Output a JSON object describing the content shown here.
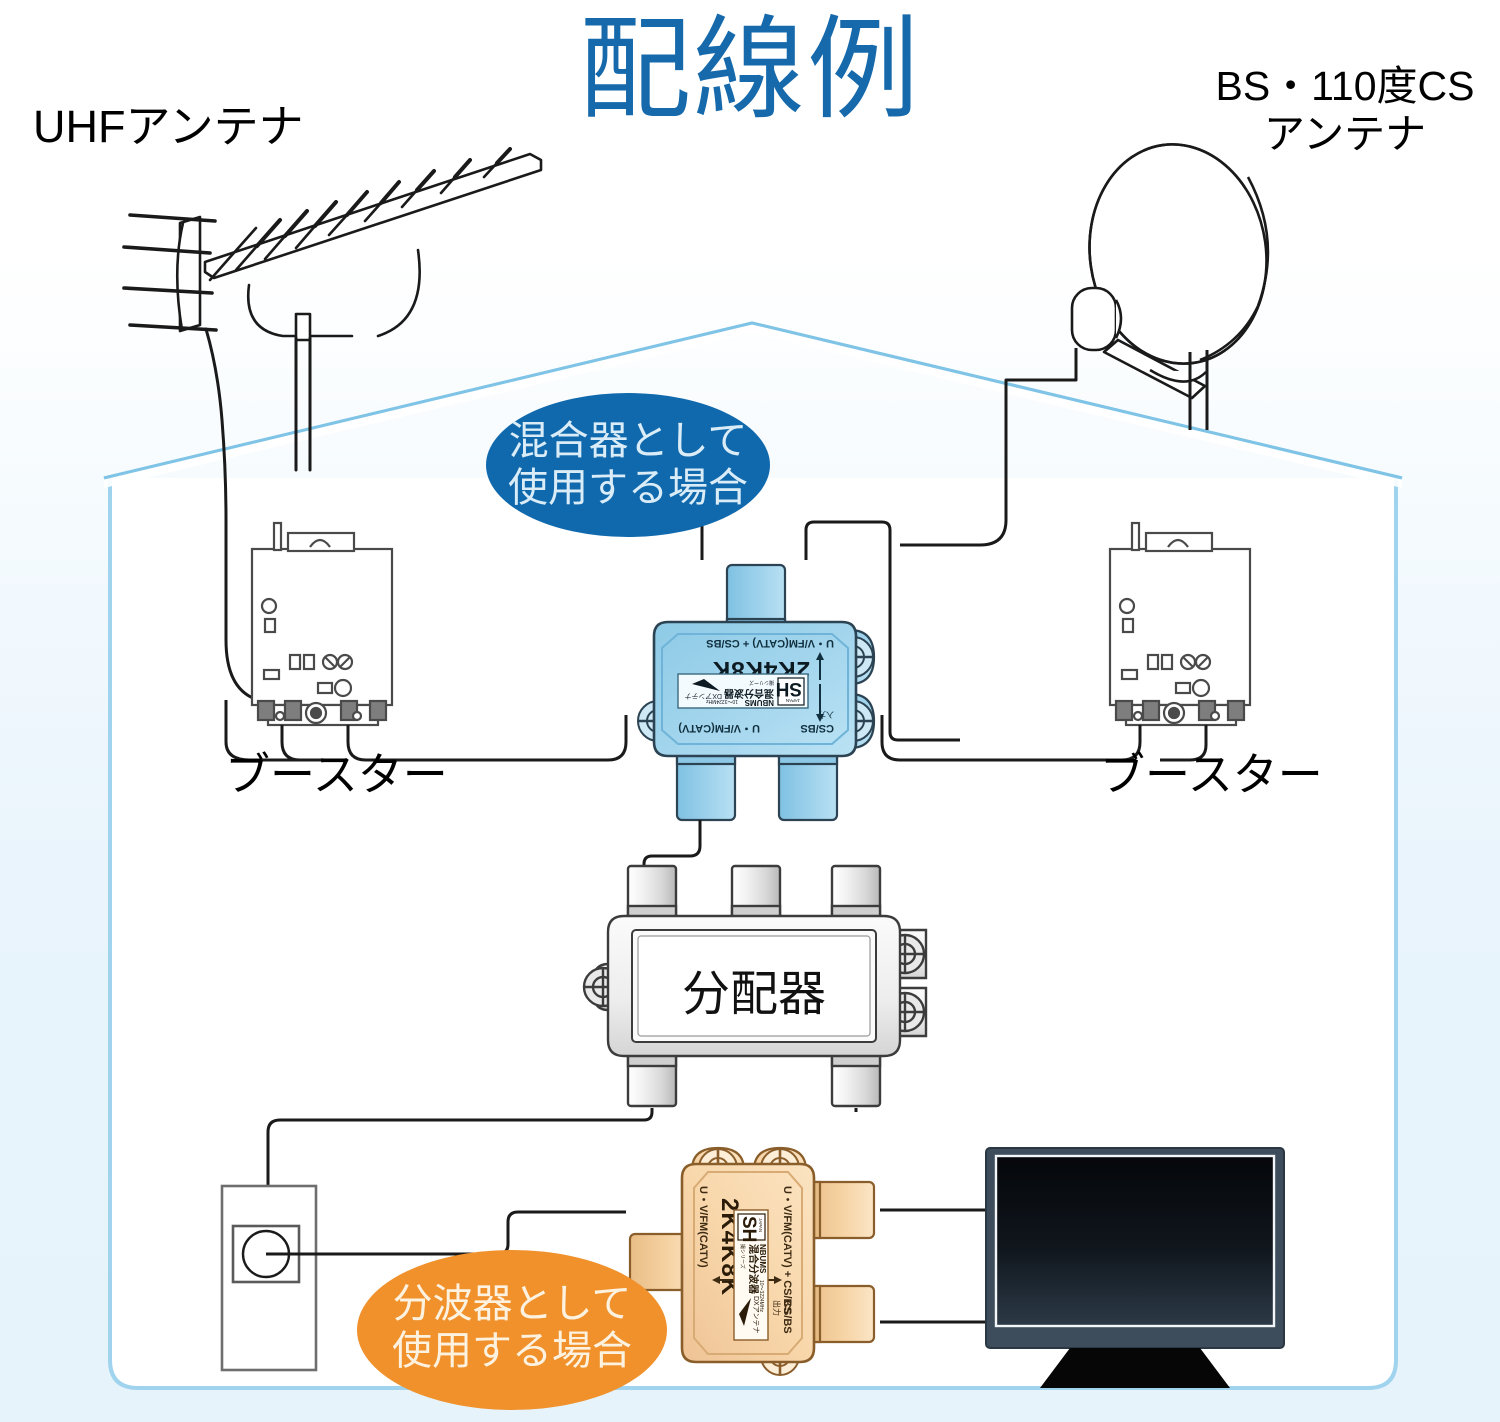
{
  "title": "配線例",
  "labels": {
    "uhf_antenna": "UHFアンテナ",
    "bs_antenna": "BS・110度CS\nアンテナ",
    "bs_antenna_line1": "BS・110度CS",
    "bs_antenna_line2": "アンテナ",
    "booster_left": "ブースター",
    "booster_right": "ブースター",
    "splitter_box": "分配器"
  },
  "callouts": {
    "mixer": {
      "line1": "混合器として",
      "line2": "使用する場合",
      "color": "#1069ac",
      "text_color": "#d9ecf7"
    },
    "demux": {
      "line1": "分波器として",
      "line2": "使用する場合",
      "color": "#f0912c",
      "text_color": "#fdf2e0"
    }
  },
  "devices": {
    "mixer_unit": {
      "body_color": "#a8d8ef",
      "port_color": "#9ed2ec",
      "label_brand": "DXアンテナ",
      "label_model": "SH",
      "label_model_sub": "2K4K8K",
      "label_product": "混合分波器",
      "label_code": "NBUMS",
      "label_freq": "10～3224MHz",
      "label_series": "撮シリーズ",
      "port_top_left": "CS/BS",
      "port_top_right": "U・V/FM(CATV)",
      "port_out": "U・V/FM(CATV) + CS/BS",
      "port_out_note": "出力",
      "sticker_small": "JAPAN"
    },
    "demux_unit": {
      "body_color": "#f8d7ab",
      "port_color": "#f6d3a4",
      "label_brand": "DXアンテナ",
      "label_model": "SH",
      "label_model_sub": "2K4K8K",
      "label_product": "混合分波器",
      "label_code": "NBUMS",
      "label_freq": "10～3224MHz",
      "label_series": "撮シリーズ",
      "port_in": "U・V/FM(CATV) + CS/BS",
      "port_cs": "CS/BS",
      "port_uv": "U・V/FM(CATV)",
      "port_note": "出力"
    },
    "tv": {
      "bezel_color": "#3d4d5c",
      "screen_color": "#0b0f14"
    },
    "wall_outlet": {},
    "house": {
      "outline_color": "#8ec8e8"
    }
  },
  "colors": {
    "accent_blue": "#1669ab",
    "accent_orange": "#f0912c",
    "house_line": "#9fd3ee",
    "bg_bottom": "#e6f3fb",
    "line": "#1a1a1a"
  }
}
